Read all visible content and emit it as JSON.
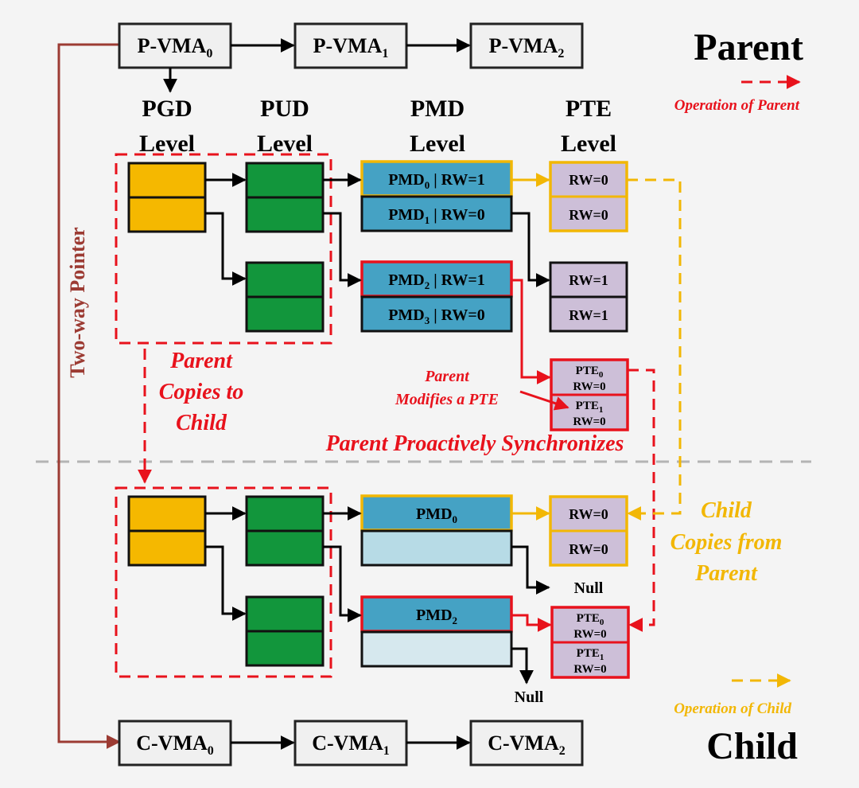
{
  "headings": {
    "parent": "Parent",
    "child": "Child"
  },
  "legend": {
    "parent_op": "Operation of Parent",
    "child_op": "Operation of Child",
    "parent_color": "#e8121c",
    "child_color": "#f2b705"
  },
  "side_label": "Two-way Pointer",
  "levels": {
    "pgd": [
      "PGD",
      "Level"
    ],
    "pud": [
      "PUD",
      "Level"
    ],
    "pmd": [
      "PMD",
      "Level"
    ],
    "pte": [
      "PTE",
      "Level"
    ]
  },
  "parent_vmas": [
    {
      "base": "P-VMA",
      "sub": "0"
    },
    {
      "base": "P-VMA",
      "sub": "1"
    },
    {
      "base": "P-VMA",
      "sub": "2"
    }
  ],
  "child_vmas": [
    {
      "base": "C-VMA",
      "sub": "0"
    },
    {
      "base": "C-VMA",
      "sub": "1"
    },
    {
      "base": "C-VMA",
      "sub": "2"
    }
  ],
  "parent_pmd": [
    {
      "base": "PMD",
      "sub": "0",
      "rest": " | RW=1"
    },
    {
      "base": "PMD",
      "sub": "1",
      "rest": " | RW=0"
    },
    {
      "base": "PMD",
      "sub": "2",
      "rest": " | RW=1"
    },
    {
      "base": "PMD",
      "sub": "3",
      "rest": " | RW=0"
    }
  ],
  "child_pmd": [
    {
      "base": "PMD",
      "sub": "0"
    },
    {
      "base": "PMD",
      "sub": "2"
    }
  ],
  "pte_rw": {
    "rw0": "RW=0",
    "rw1": "RW=1"
  },
  "pte_entries": [
    {
      "base": "PTE",
      "sub": "0",
      "rw": "RW=0"
    },
    {
      "base": "PTE",
      "sub": "1",
      "rw": "RW=0"
    }
  ],
  "null_label": "Null",
  "annotations": {
    "parent_copies": [
      "Parent",
      "Copies to",
      "Child"
    ],
    "parent_modifies": [
      "Parent",
      "Modifies a PTE"
    ],
    "parent_sync": "Parent Proactively Synchronizes",
    "child_copies": [
      "Child",
      "Copies from",
      "Parent"
    ]
  }
}
